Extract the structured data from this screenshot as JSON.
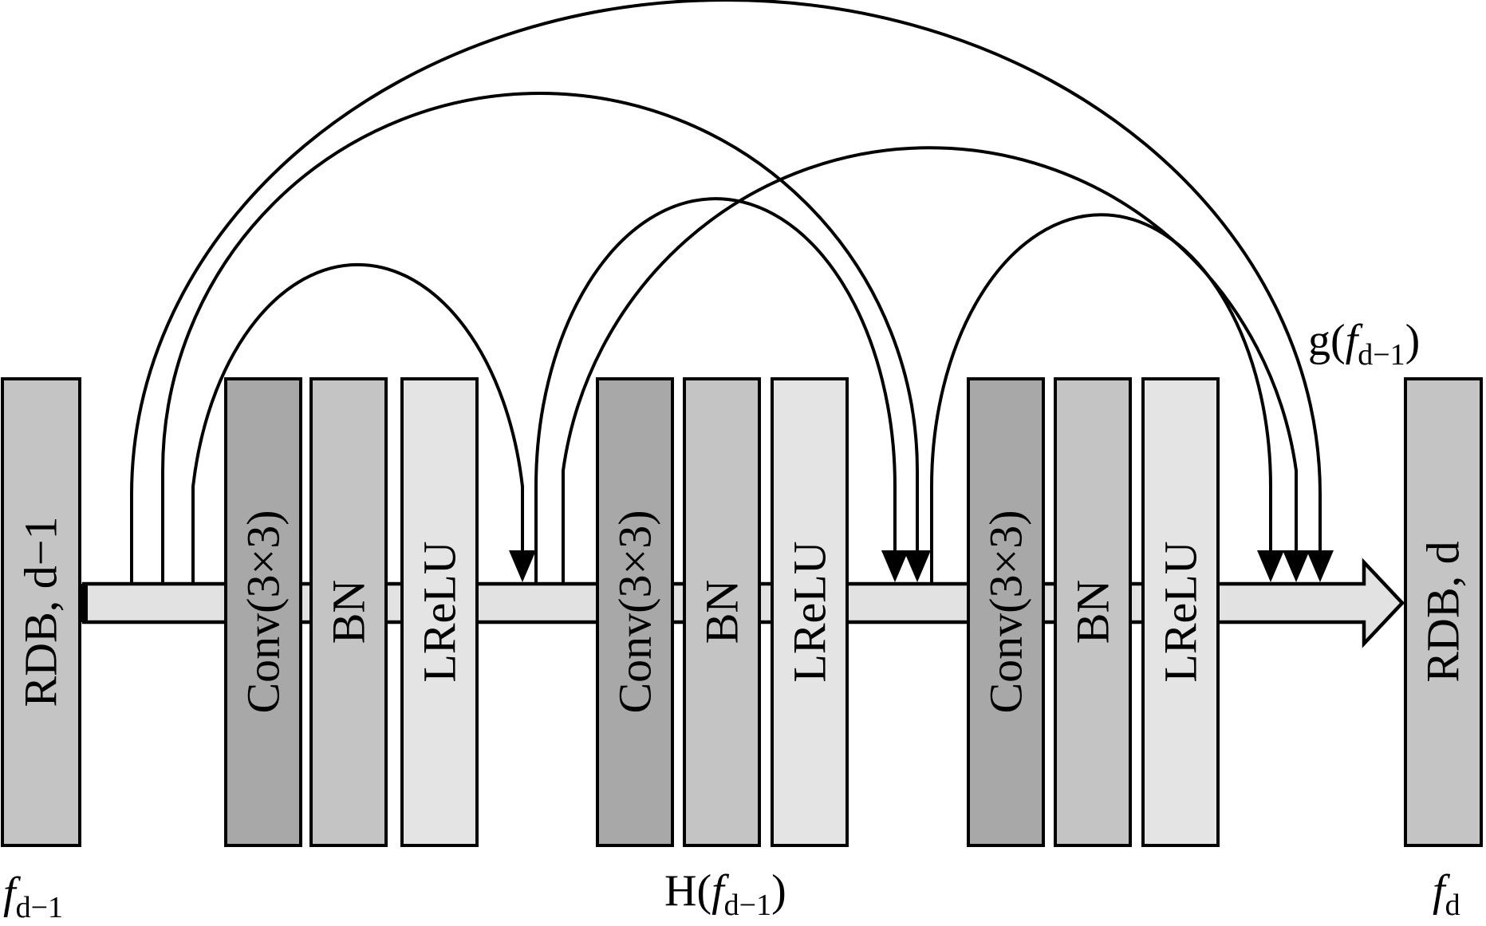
{
  "colors": {
    "background": "#ffffff",
    "rdb_block": "#c4c4c4",
    "conv_block": "#a8a8a8",
    "bn_block": "#c4c4c4",
    "lrelu_block": "#e4e4e4",
    "main_arrow": "#e2e2e2",
    "stroke": "#000000"
  },
  "blocks": {
    "rdb_in": "RDB, d−1",
    "rdb_out": "RDB, d",
    "conv": "Conv(3×3)",
    "bn": "BN",
    "lrelu": "LReLU"
  },
  "labels": {
    "f_in_base": "f",
    "f_in_sub": "d−1",
    "h_prefix": "H(",
    "h_f": "f",
    "h_sub": "d−1",
    "h_suffix": ")",
    "g_prefix": "g(",
    "g_f": "f",
    "g_sub": "d−1",
    "g_suffix": ")",
    "f_out_base": "f",
    "f_out_sub": "d"
  }
}
